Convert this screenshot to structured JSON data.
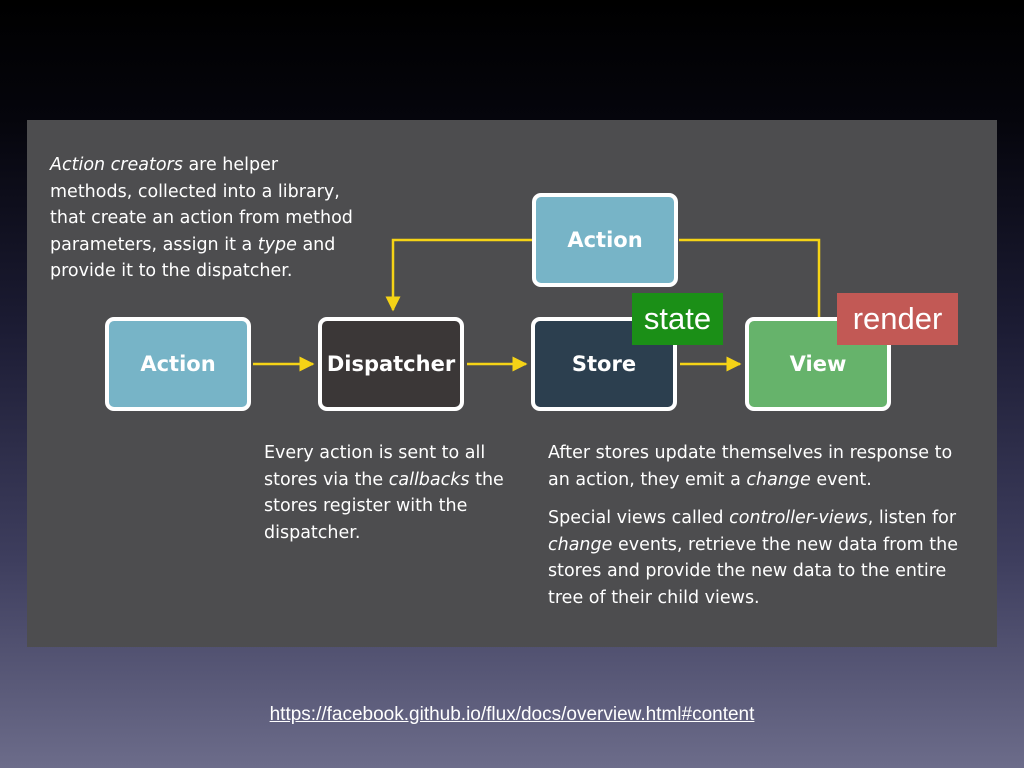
{
  "diagram": {
    "nodes": {
      "action_top": "Action",
      "action_left": "Action",
      "dispatcher": "Dispatcher",
      "store": "Store",
      "view": "View"
    },
    "desc_action_creators": {
      "l1_em": "Action creators",
      "l1_rest": " are helper",
      "l2": "methods, collected into a library,",
      "l3": "that create an action from method",
      "l4a": "parameters, assign it a ",
      "l4_em": "type",
      "l4b": " and",
      "l5": "provide it to the dispatcher."
    },
    "desc_dispatcher": {
      "l1": "Every action is sent to all",
      "l2a": "stores via the ",
      "l2_em": "callbacks",
      "l2b": " the",
      "l3": "stores register with the",
      "l4": "dispatcher."
    },
    "desc_store": {
      "l1": "After stores update themselves in response to",
      "l2a": "an action, they emit a ",
      "l2_em": "change",
      "l2b": " event.",
      "p2_l1a": "Special views called ",
      "p2_l1_em": "controller-views",
      "p2_l1b": ", listen for",
      "p2_l2_em": "change",
      "p2_l2b": " events, retrieve the new data from the",
      "p2_l3": "stores and provide the new data to the entire",
      "p2_l4": "tree of their child views."
    }
  },
  "annotations": {
    "state": "state",
    "render": "render"
  },
  "source_link": "https://facebook.github.io/flux/docs/overview.html#content",
  "colors": {
    "arrow": "#f5d316",
    "action": "#77b4c7",
    "dispatcher": "#3b3737",
    "store": "#2c3f4f",
    "view": "#66b36b",
    "state_tag": "#1b8f17",
    "render_tag": "#c25955"
  }
}
